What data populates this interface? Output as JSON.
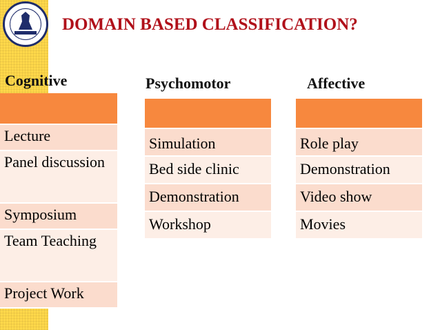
{
  "title": "DOMAIN BASED CLASSIFICATION?",
  "columns": [
    {
      "heading": "Cognitive",
      "items": [
        "Lecture",
        "Panel discussion",
        "Symposium",
        "Team Teaching",
        "Project Work"
      ]
    },
    {
      "heading": "Psychomotor",
      "items": [
        "Simulation",
        "Bed side clinic",
        "Demonstration",
        "Workshop"
      ]
    },
    {
      "heading": "Affective",
      "items": [
        "Role play",
        "Demonstration",
        "Video show",
        "Movies"
      ]
    }
  ],
  "colors": {
    "title": "#b0101a",
    "header_cell": "#f7883e",
    "cell_light": "#fdeee6",
    "cell_dark": "#fbdccd",
    "strip": "#ffd84a"
  }
}
